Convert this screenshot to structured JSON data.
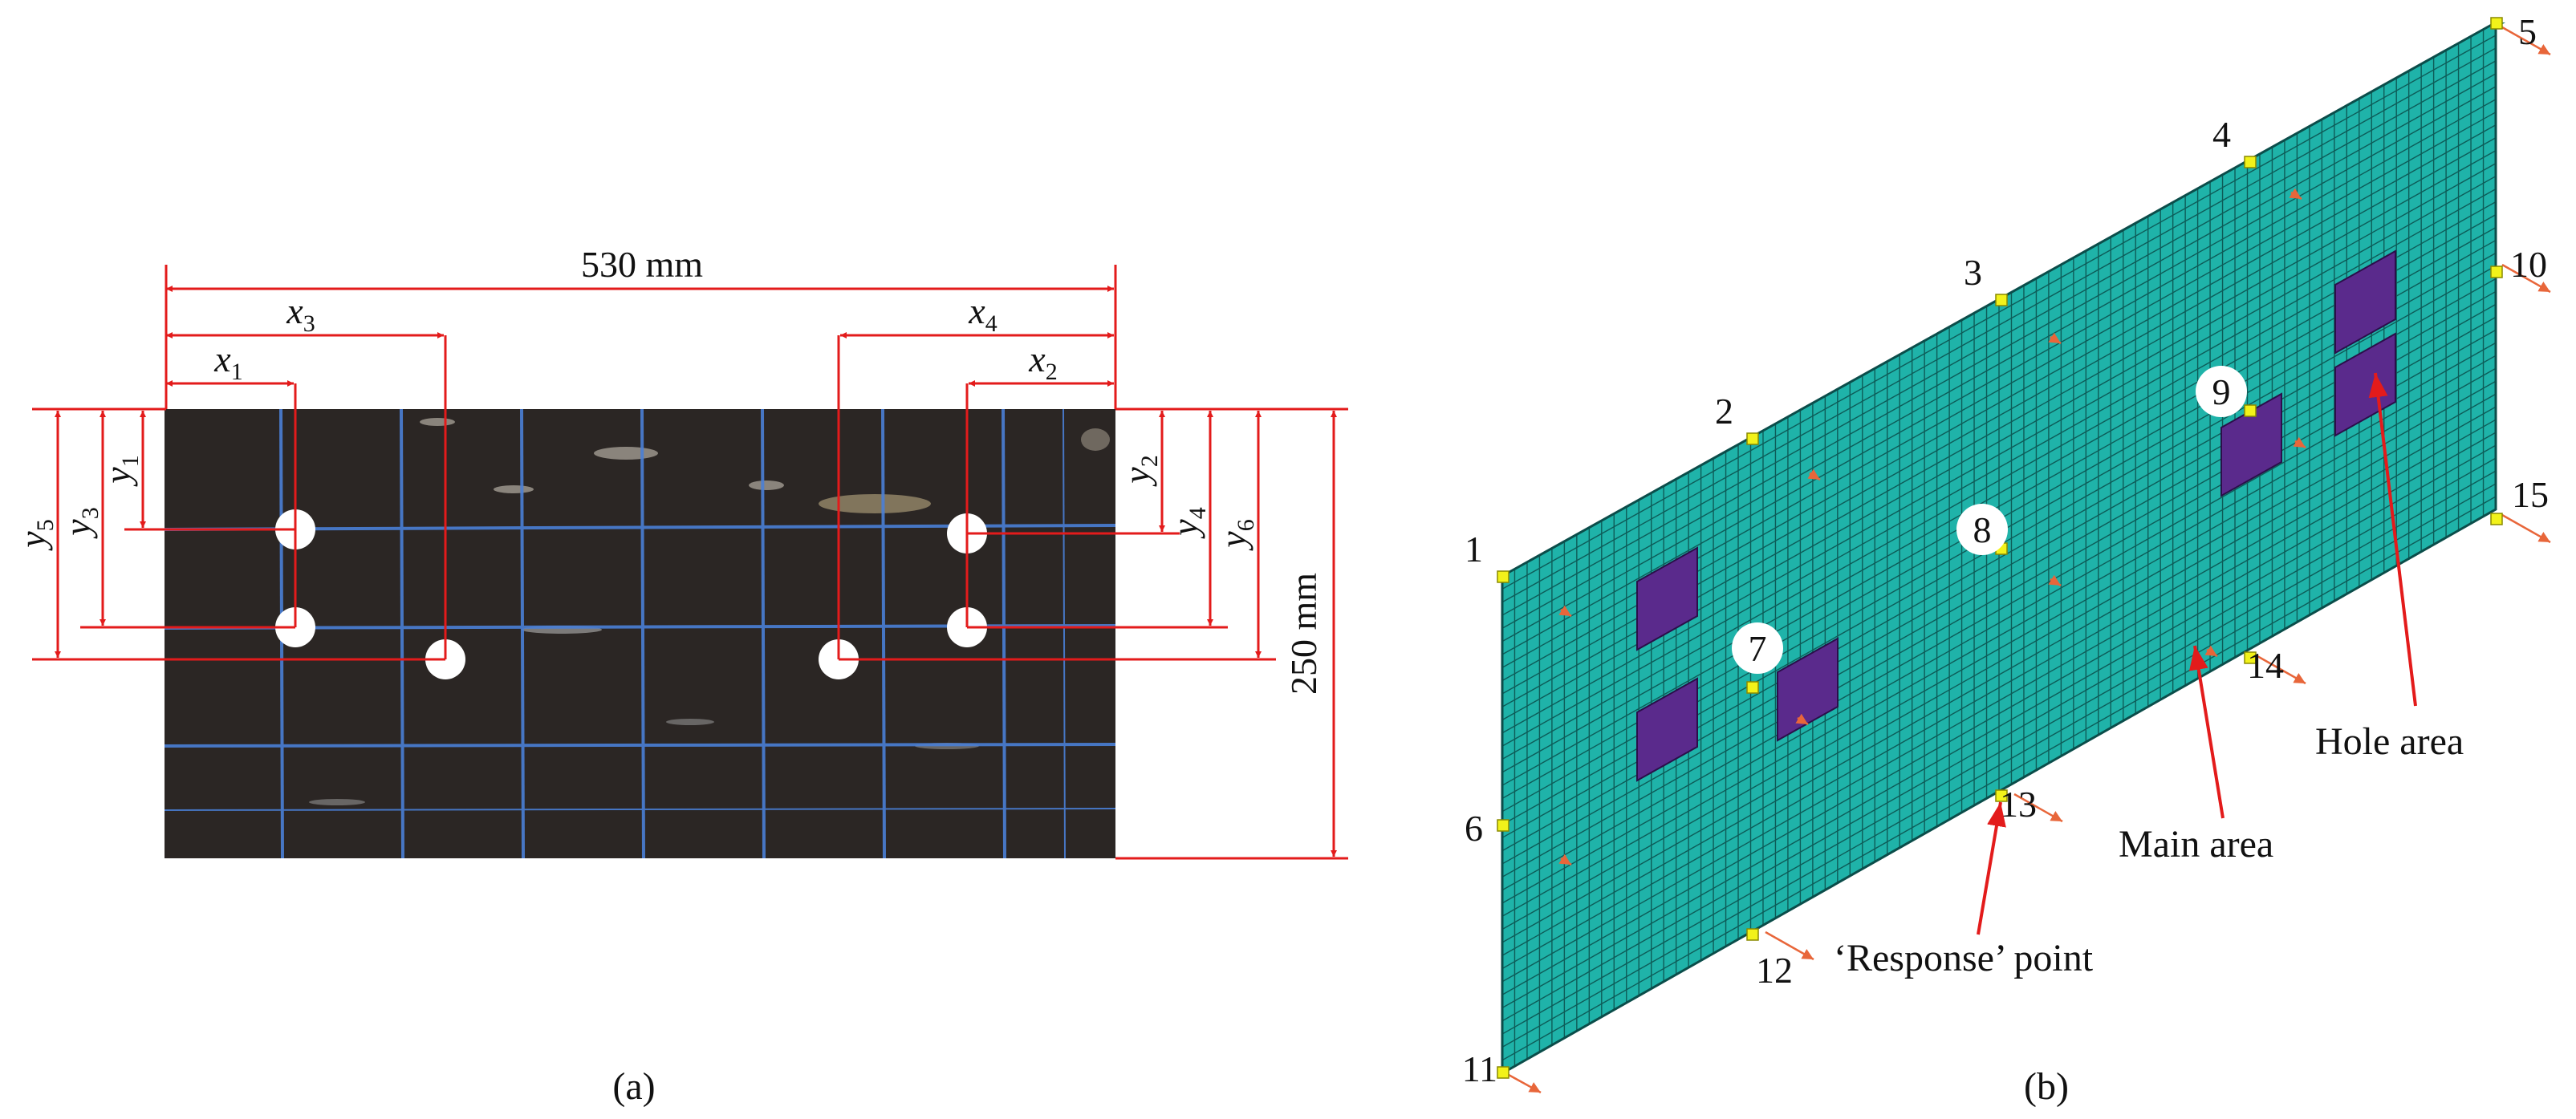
{
  "panel_a": {
    "caption": "(a)",
    "dims": {
      "width": "530 mm",
      "height": "250 mm",
      "x1": "x",
      "x1_sub": "1",
      "x2": "x",
      "x2_sub": "2",
      "x3": "x",
      "x3_sub": "3",
      "x4": "x",
      "x4_sub": "4",
      "y1": "y",
      "y1_sub": "1",
      "y2": "y",
      "y2_sub": "2",
      "y3": "y",
      "y3_sub": "3",
      "y4": "y",
      "y4_sub": "4",
      "y5": "y",
      "y5_sub": "5",
      "y6": "y",
      "y6_sub": "6"
    },
    "colors": {
      "plate": "#2b2624",
      "grid_line": "#4a7fd6",
      "dimension": "#e31b1b"
    }
  },
  "panel_b": {
    "caption": "(b)",
    "nodes": [
      "1",
      "2",
      "3",
      "4",
      "5",
      "6",
      "7",
      "8",
      "9",
      "10",
      "11",
      "12",
      "13",
      "14",
      "15"
    ],
    "annotations": {
      "response_point": "‘Response’ point",
      "main_area": "Main area",
      "hole_area": "Hole area"
    },
    "colors": {
      "mesh": "#1fb3a9",
      "mesh_line": "#0b4d4a",
      "hole": "#5a2a8c",
      "node": "#f2f21a",
      "arrow": "#e31b1b"
    }
  }
}
